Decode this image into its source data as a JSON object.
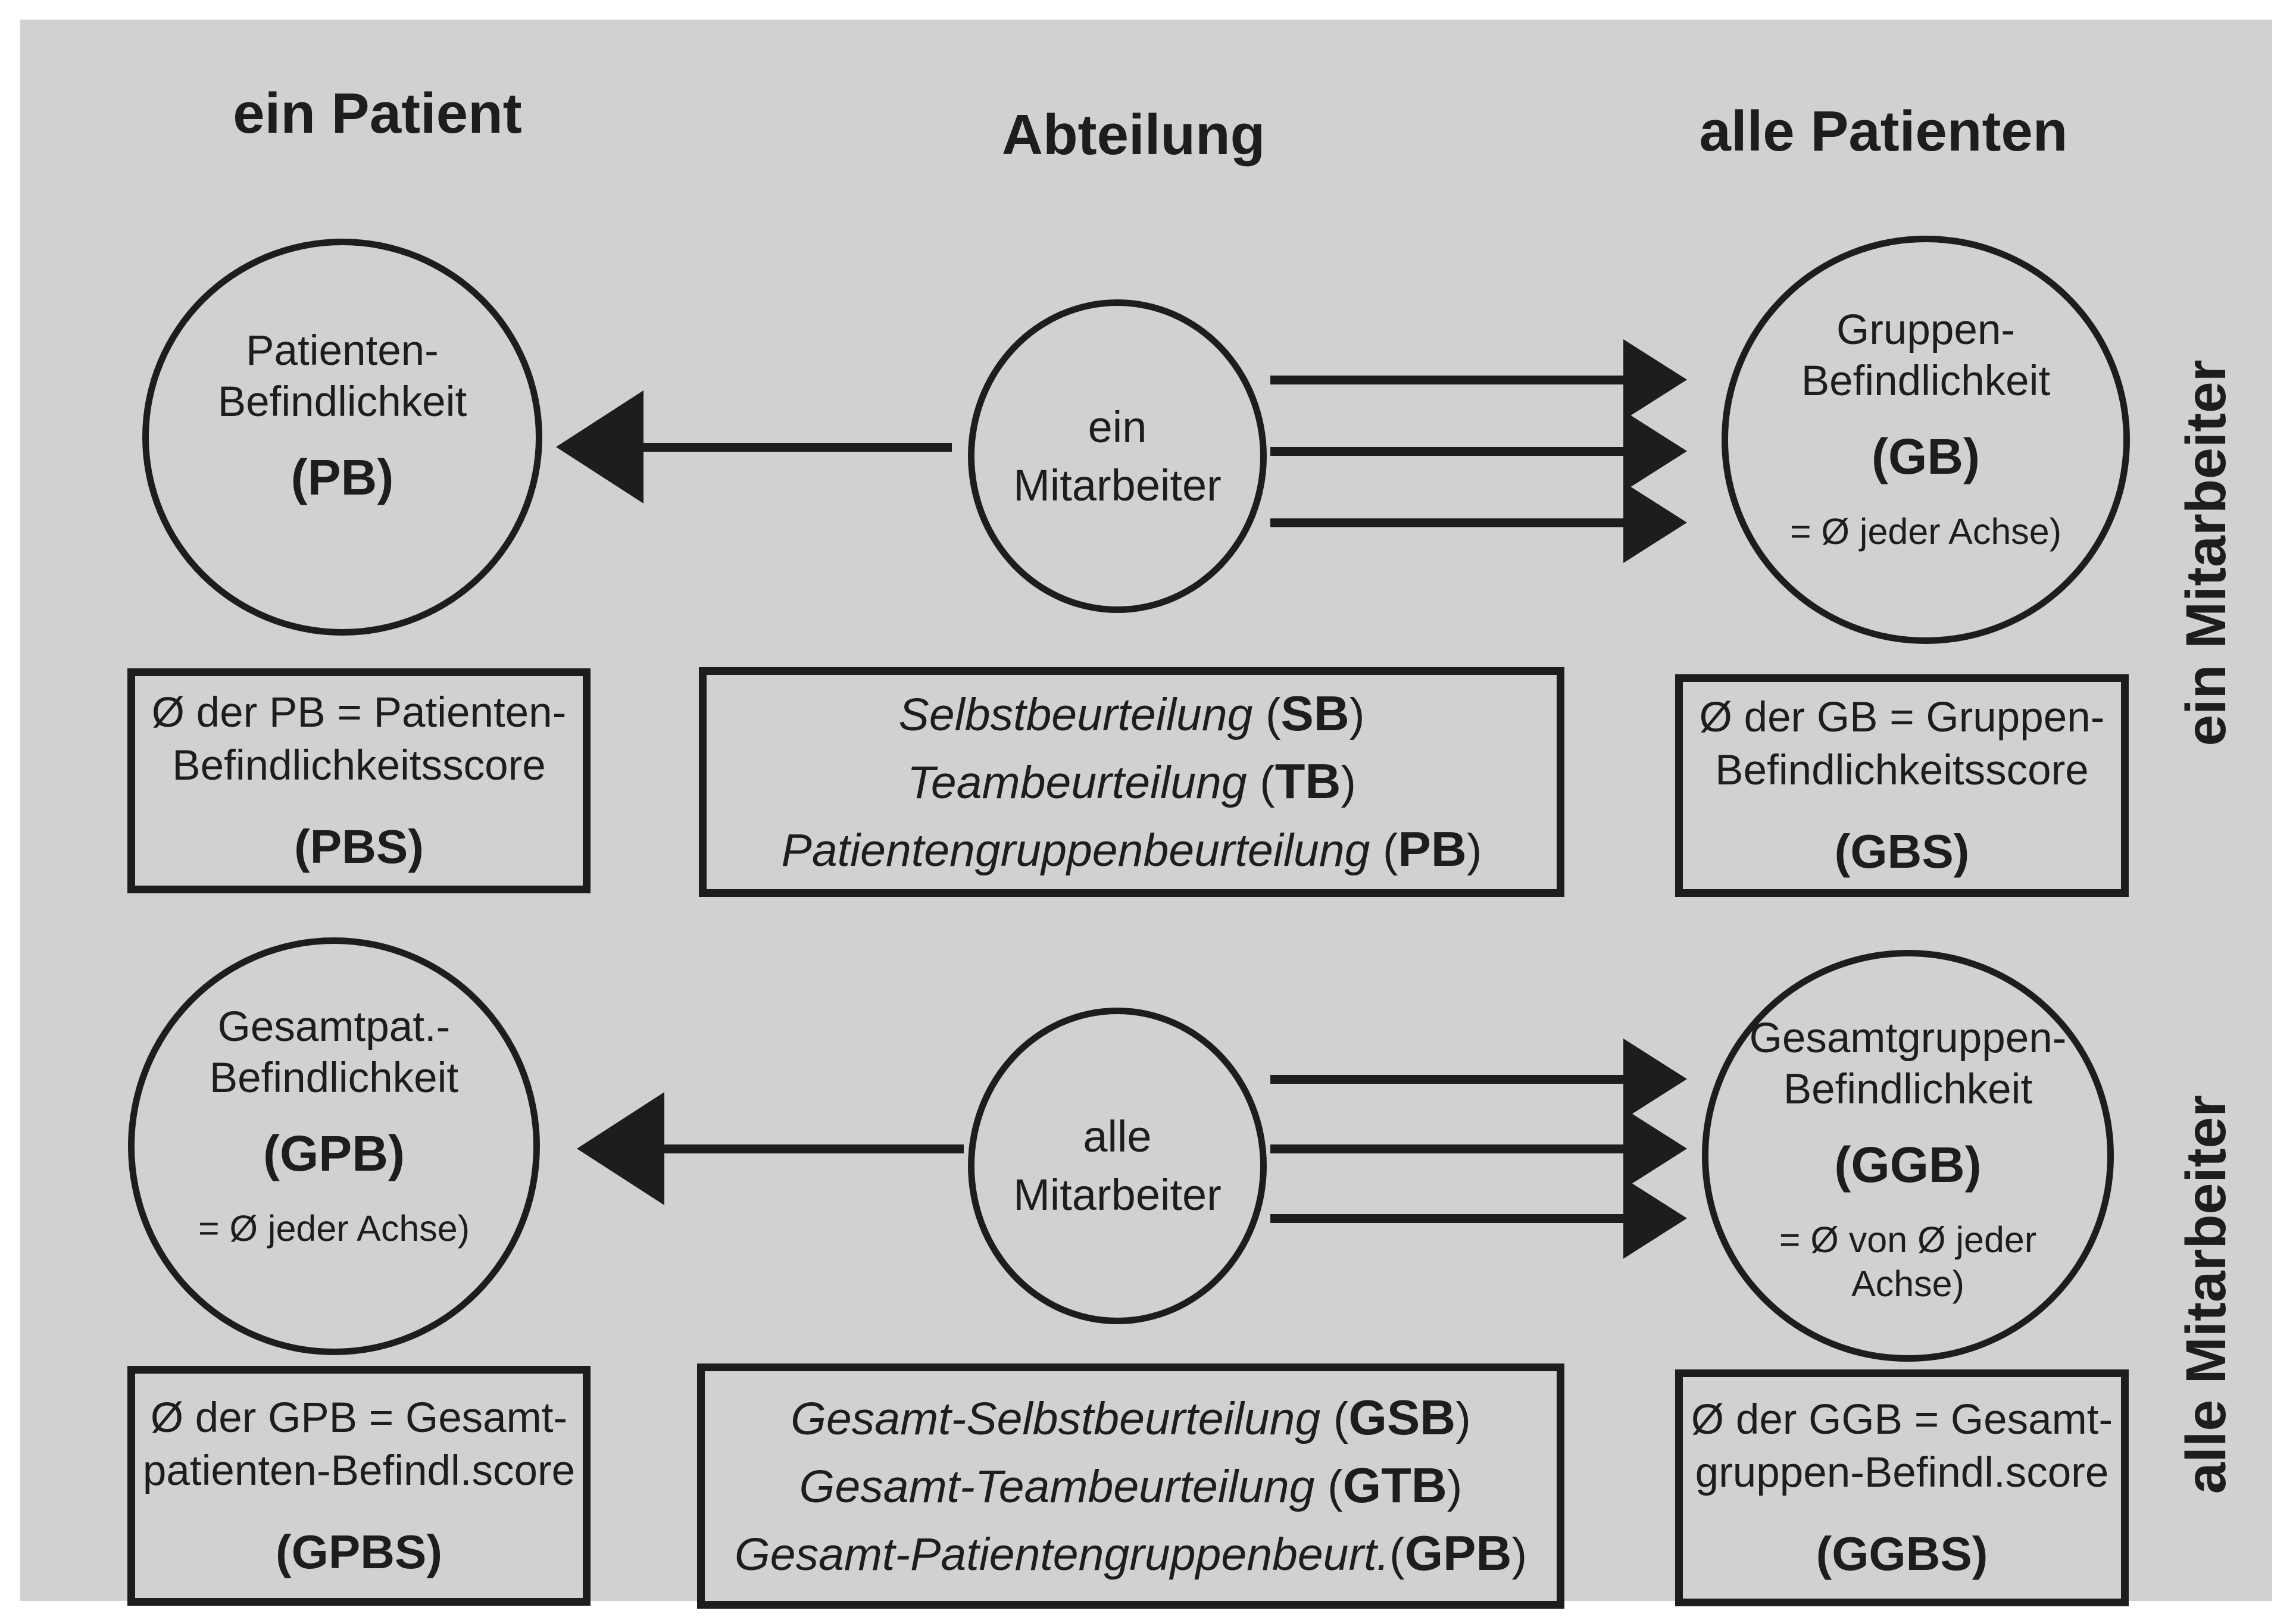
{
  "headers": {
    "col_left": "ein Patient",
    "col_center": "Abteilung",
    "col_right": "alle Patienten"
  },
  "row_labels": {
    "top": "ein Mitarbeiter",
    "bottom": "alle Mitarbeiter"
  },
  "nodes": {
    "pb": {
      "line1": "Patienten-",
      "line2": "Befindlichkeit",
      "acronym": "(PB)"
    },
    "ein_mitarbeiter": {
      "line1": "ein",
      "line2": "Mitarbeiter"
    },
    "gb": {
      "line1": "Gruppen-",
      "line2": "Befindlichkeit",
      "acronym": "(GB)",
      "note": "= Ø jeder Achse)"
    },
    "gpb": {
      "line1": "Gesamtpat.-",
      "line2": "Befindlichkeit",
      "acronym": "(GPB)",
      "note": "= Ø jeder Achse)"
    },
    "alle_mitarbeiter": {
      "line1": "alle",
      "line2": "Mitarbeiter"
    },
    "ggb": {
      "line1": "Gesamtgruppen-",
      "line2": "Befindlichkeit",
      "acronym": "(GGB)",
      "note_line1": "= Ø von Ø jeder",
      "note_line2": "Achse)"
    }
  },
  "boxes": {
    "pbs": {
      "line1": "Ø der PB = Patienten-",
      "line2": "Befindlichkeitsscore",
      "acronym": "(PBS)"
    },
    "gbs": {
      "line1": "Ø der GB = Gruppen-",
      "line2": "Befindlichkeitsscore",
      "acronym": "(GBS)"
    },
    "gpbs": {
      "line1": "Ø der GPB = Gesamt-",
      "line2": "patienten-Befindl.score",
      "acronym": "(GPBS)"
    },
    "ggbs": {
      "line1": "Ø der GGB = Gesamt-",
      "line2": "gruppen-Befindl.score",
      "acronym": "(GGBS)"
    },
    "ratings_top": [
      {
        "name": "Selbstbeurteilung",
        "sep": " (",
        "acronym": "SB",
        "close": ")"
      },
      {
        "name": "Teambeurteilung",
        "sep": " (",
        "acronym": "TB",
        "close": ")"
      },
      {
        "name": "Patientengruppenbeurteilung",
        "sep": " (",
        "acronym": "PB",
        "close": ")"
      }
    ],
    "ratings_bottom": [
      {
        "name": "Gesamt-Selbstbeurteilung",
        "sep": " (",
        "acronym": "GSB",
        "close": ")"
      },
      {
        "name": "Gesamt-Teambeurteilung",
        "sep": " (",
        "acronym": "GTB",
        "close": ")"
      },
      {
        "name": "Gesamt-Patientengruppenbeurt.",
        "sep": "(",
        "acronym": "GPB",
        "close": ")"
      }
    ]
  },
  "colors": {
    "background": "#ffffff",
    "panel": "#d1d1d3",
    "ink": "#1d1d1d"
  }
}
